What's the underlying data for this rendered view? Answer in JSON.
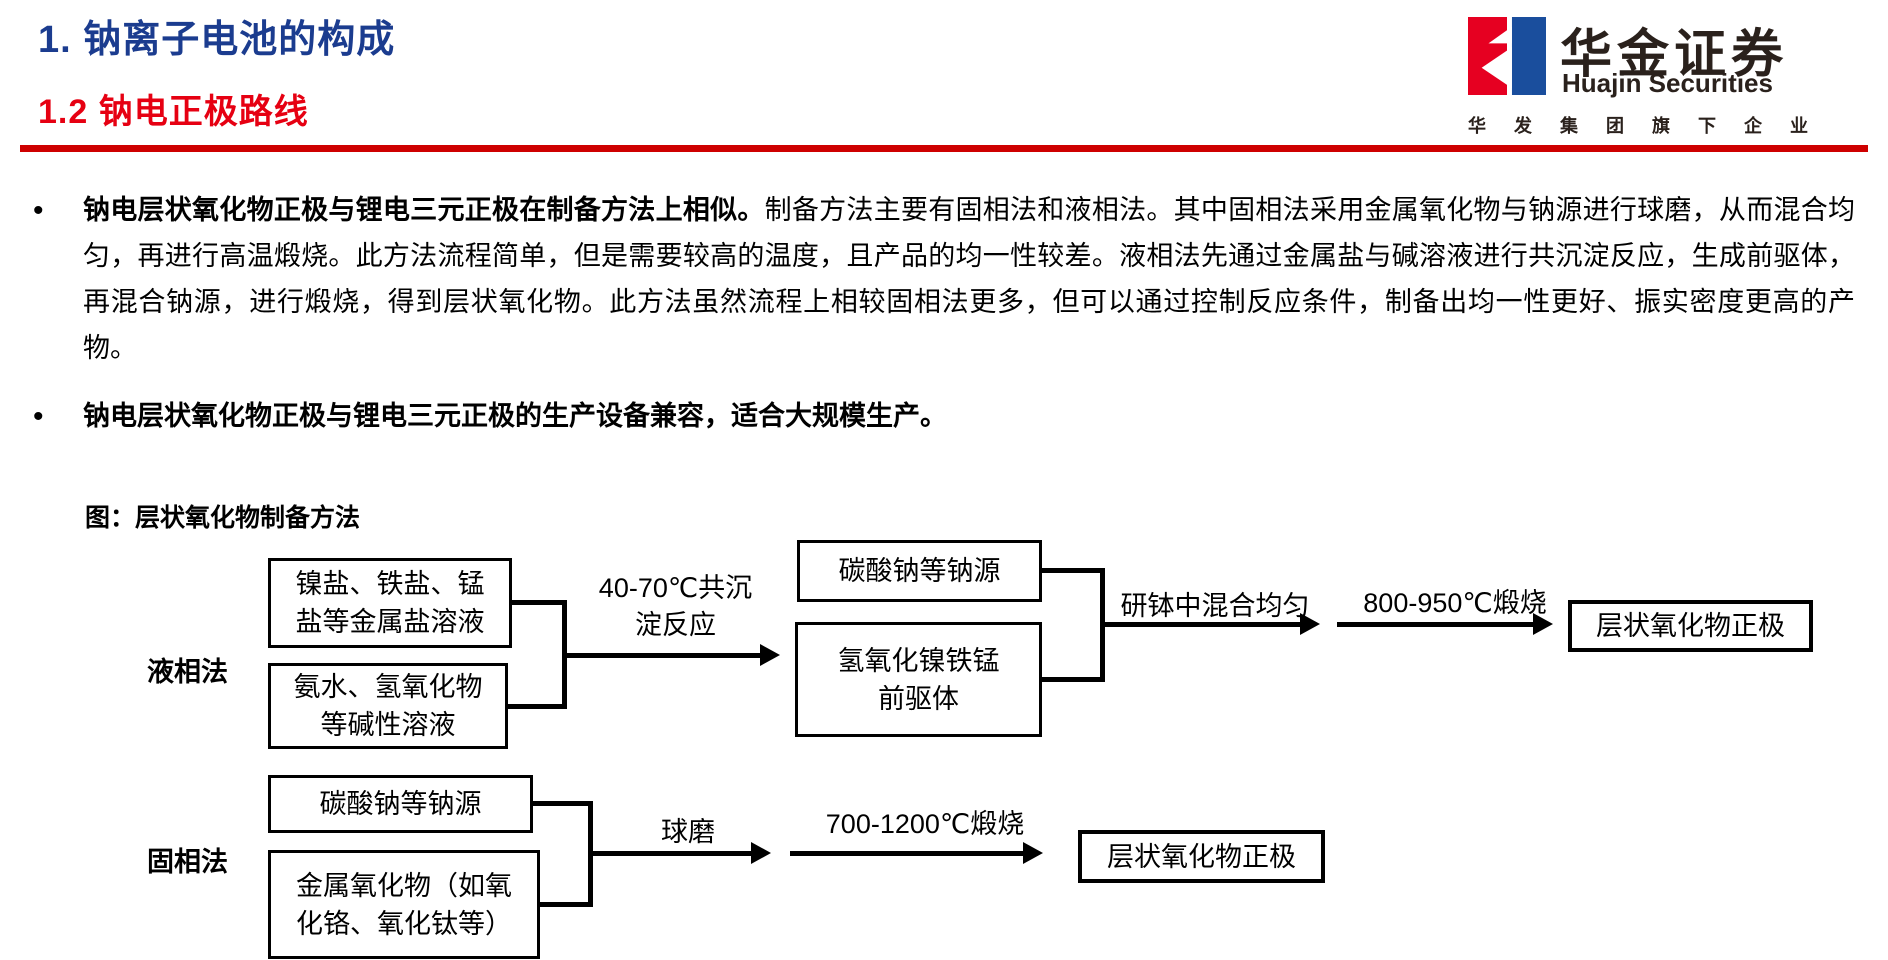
{
  "header": {
    "title": "1. 钠离子电池的构成",
    "subtitle": "1.2 钠电正极路线",
    "title_color": "#1B3C8F",
    "subtitle_color": "#E60012",
    "rule_color": "#CE0000",
    "logo": {
      "name_cn": "华金证券",
      "name_en": "Huajin Securities",
      "tagline": "华发集团旗下企业",
      "brand_red": "#E60021",
      "brand_blue": "#1A4E9D"
    }
  },
  "bullets": [
    {
      "marker": "•",
      "bold_lead": "钠电层状氧化物正极与锂电三元正极在制备方法上相似。",
      "text": "制备方法主要有固相法和液相法。其中固相法采用金属氧化物与钠源进行球磨，从而混合均匀，再进行高温煅烧。此方法流程简单，但是需要较高的温度，且产品的均一性较差。液相法先通过金属盐与碱溶液进行共沉淀反应，生成前驱体，再混合钠源，进行煅烧，得到层状氧化物。此方法虽然流程上相较固相法更多，但可以通过控制反应条件，制备出均一性更好、振实密度更高的产物。"
    },
    {
      "marker": "•",
      "bold_lead": "钠电层状氧化物正极与锂电三元正极的生产设备兼容，适合大规模生产。",
      "text": ""
    }
  ],
  "figure": {
    "caption": "图：层状氧化物制备方法",
    "liquid": {
      "label": "液相法",
      "box_metal_salts": {
        "line1": "镍盐、铁盐、锰",
        "line2": "盐等金属盐溶液"
      },
      "box_alkali": {
        "line1": "氨水、氢氧化物",
        "line2": "等碱性溶液"
      },
      "step_coprecipitation": {
        "line1": "40-70℃共沉",
        "line2": "淀反应"
      },
      "box_na_source": "碳酸钠等钠源",
      "box_precursor": {
        "line1": "氢氧化镍铁锰",
        "line2": "前驱体"
      },
      "step_mix": "研钵中混合均匀",
      "step_calcine": "800-950℃煅烧",
      "box_product": "层状氧化物正极"
    },
    "solid": {
      "label": "固相法",
      "box_na_source": "碳酸钠等钠源",
      "box_metal_oxides": {
        "line1": "金属氧化物（如氧",
        "line2": "化铬、氧化钛等）"
      },
      "step_ballmill": "球磨",
      "step_calcine": "700-1200℃煅烧",
      "box_product": "层状氧化物正极"
    }
  }
}
